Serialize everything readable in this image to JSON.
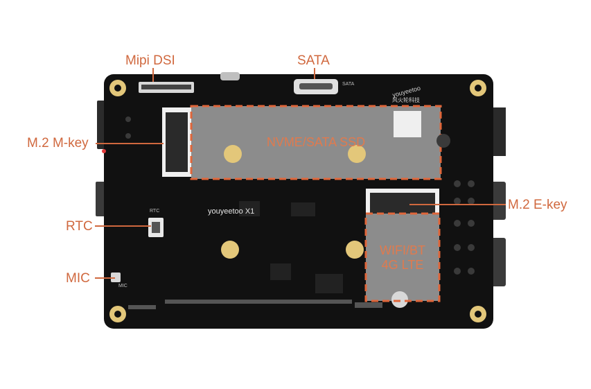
{
  "labels": {
    "mipi_dsi": "Mipi DSI",
    "sata": "SATA",
    "m2_mkey": "M.2 M-key",
    "m2_ekey": "M.2 E-key",
    "rtc": "RTC",
    "mic": "MIC"
  },
  "zones": {
    "nvme": "NVME/SATA SSD",
    "wifi_line1": "WIFI/BT",
    "wifi_line2": "4G LTE"
  },
  "silkscreen": {
    "board_name": "youyeetoo X1",
    "sata_mark": "SATA",
    "rtc_mark": "RTC",
    "mic_mark": "MIC",
    "brand": "youyeetoo",
    "brand_cn": "风火轮科技"
  },
  "colors": {
    "accent": "#d0683e",
    "pcb": "#111111",
    "module": "#8c8c8c",
    "mount_hole": "#e3c77a"
  }
}
